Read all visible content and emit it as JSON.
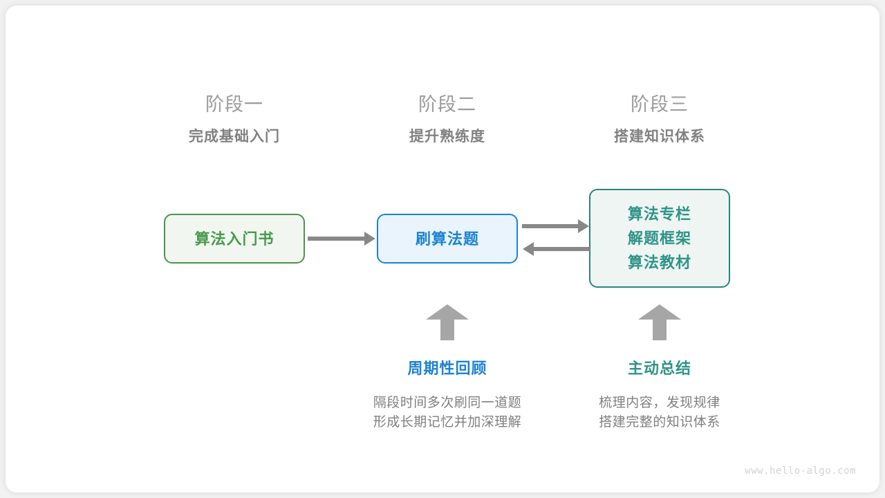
{
  "stages": [
    {
      "title": "阶段一",
      "subtitle": "完成基础入门"
    },
    {
      "title": "阶段二",
      "subtitle": "提升熟练度"
    },
    {
      "title": "阶段三",
      "subtitle": "搭建知识体系"
    }
  ],
  "nodes": {
    "book": {
      "lines": [
        "算法入门书"
      ],
      "color": "#489a4b",
      "border": "#4e9050",
      "fill": "#f1f7f0"
    },
    "problems": {
      "lines": [
        "刷算法题"
      ],
      "color": "#1c82d3",
      "border": "#1c82d3",
      "fill": "#e9f4fc"
    },
    "resources": {
      "lines": [
        "算法专栏",
        "解题框架",
        "算法教材"
      ],
      "color": "#2f9387",
      "border": "#2a8579",
      "fill": "#eef5f3"
    }
  },
  "annotations": [
    {
      "title": "周期性回顾",
      "title_color": "#1c82d3",
      "desc_lines": [
        "隔段时间多次刷同一道题",
        "形成长期记忆并加深理解"
      ]
    },
    {
      "title": "主动总结",
      "title_color": "#2f9387",
      "desc_lines": [
        "梳理内容，发现规律",
        "搭建完整的知识体系"
      ]
    }
  ],
  "arrow_color": "#888888",
  "up_arrow_color": "#a6a6a6",
  "watermark": "www.hello-algo.com"
}
